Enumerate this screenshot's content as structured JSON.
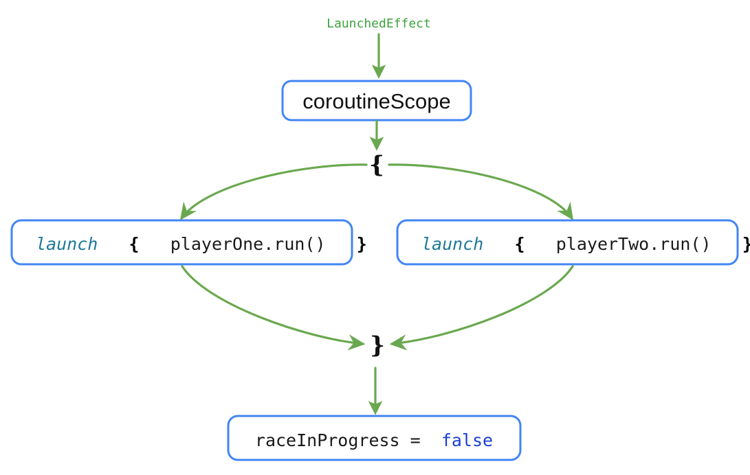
{
  "diagram": {
    "title_caption": "LaunchedEffect",
    "colors": {
      "edge_green": "#6aa84f",
      "box_blue": "#4285f4",
      "caption_green": "#3ca33c",
      "keyword_teal": "#1f7a99",
      "literal_blue": "#1b3fd4",
      "text_black": "#1a1a1a",
      "background": "#ffffff"
    },
    "nodes": {
      "coroutine_scope": {
        "label": "coroutineScope"
      },
      "open_brace": {
        "label": "{"
      },
      "launch_one": {
        "keyword": "launch",
        "brace_open": "{",
        "body": "playerOne.run()",
        "brace_close": "}"
      },
      "launch_two": {
        "keyword": "launch",
        "brace_open": "{",
        "body": "playerTwo.run()",
        "brace_close": "}"
      },
      "close_brace": {
        "label": "}"
      },
      "result": {
        "assignment": "raceInProgress = ",
        "value": "false"
      }
    }
  }
}
